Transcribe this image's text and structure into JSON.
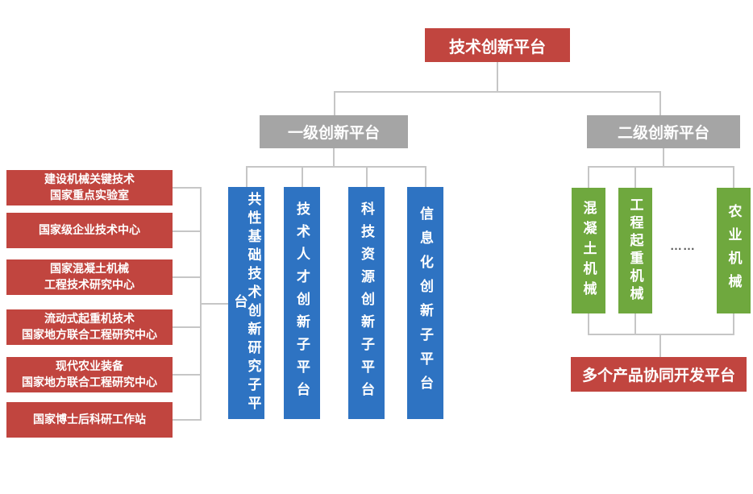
{
  "nodes": {
    "root": {
      "label": "技术创新平台"
    },
    "level1": {
      "label": "一级创新平台"
    },
    "level2": {
      "label": "二级创新平台"
    },
    "bottom": {
      "label": "多个产品协同开发平台"
    },
    "ellipsis": "……"
  },
  "left_boxes": [
    {
      "label": "建设机械关键技术\n国家重点实验室"
    },
    {
      "label": "国家级企业技术中心"
    },
    {
      "label": "国家混凝土机械\n工程技术研究中心"
    },
    {
      "label": "流动式起重机技术\n国家地方联合工程研究中心"
    },
    {
      "label": "现代农业装备\n国家地方联合工程研究中心"
    },
    {
      "label": "国家博士后科研工作站"
    }
  ],
  "blue_columns": [
    {
      "label": "共性基础技术创新研究子平台"
    },
    {
      "label": "技术人才创新子平台"
    },
    {
      "label": "科技资源创新子平台"
    },
    {
      "label": "信息化创新子平台"
    }
  ],
  "green_columns": [
    {
      "label": "混凝土机械"
    },
    {
      "label": "工程起重机械"
    },
    {
      "label": "农业机械"
    }
  ],
  "colors": {
    "red": "#C1453F",
    "gray": "#A5A5A5",
    "blue": "#2E73C2",
    "green": "#6FA83E",
    "line": "#C6C6C6",
    "ellipsis_text": "#595959"
  }
}
